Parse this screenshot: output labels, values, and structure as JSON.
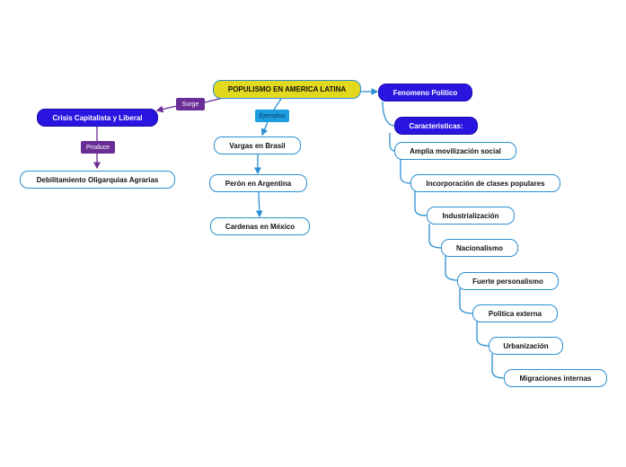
{
  "root": {
    "label": "POPULISMO EN AMERICA LATINA"
  },
  "left_branch": {
    "connector": "Surge",
    "node": "Crisis Capitalista y Liberal",
    "sub_connector": "Produce",
    "sub_node": "Debilitamiento Oligarquias Agrarias"
  },
  "middle_branch": {
    "connector": "Ejemplos",
    "items": [
      "Vargas en Brasil",
      "Perón en Argentina",
      "Cardenas en México"
    ]
  },
  "right_branch": {
    "node": "Fenomeno Politico",
    "sub_node": "Caracteristicas:",
    "items": [
      "Amplia movilización social",
      "Incorporación de clases populares",
      "Industrialización",
      "Nacionalismo",
      "Fuerte personalismo",
      "Politica externa",
      "Urbanización",
      "Migraciones internas"
    ]
  },
  "colors": {
    "accent_line": "#2a8fd4",
    "dark_node": "#2a14e0",
    "root_fill": "#e3d820",
    "purple_label": "#6a2d96",
    "blue_label": "#1d9ee0"
  }
}
